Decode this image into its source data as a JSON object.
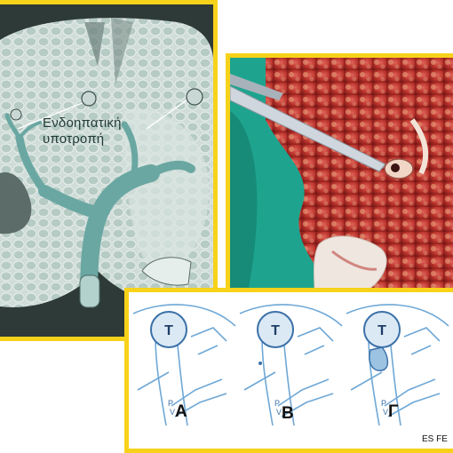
{
  "illustration": {
    "label_line1": "Ενδοηπατική",
    "label_line2": "υποτροπή"
  },
  "diagram": {
    "tumor_marker": "T",
    "panels": [
      {
        "letter": "A",
        "pv_p": "P",
        "pv_v": "V"
      },
      {
        "letter": "B",
        "pv_p": "P",
        "pv_v": "V"
      },
      {
        "letter": "Γ",
        "pv_p": "P",
        "pv_v": "V"
      }
    ],
    "credit": "ES FE"
  },
  "colors": {
    "frame": "#f7d21a",
    "liver_tissue": "#b8cfc9",
    "vessel": "#7fb8b4",
    "drape": "#1ea48e",
    "tissue_red": "#c0392b",
    "diagram_line": "#6fa8d6"
  }
}
